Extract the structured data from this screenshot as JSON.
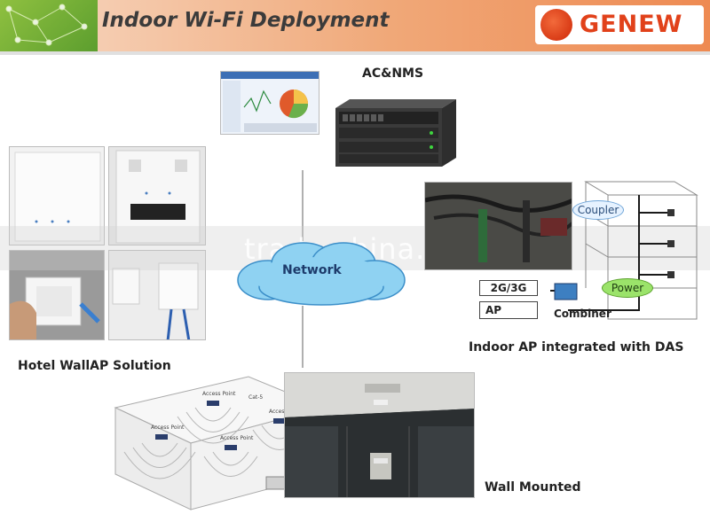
{
  "header": {
    "title": "Indoor Wi-Fi Deployment",
    "logo_text": "GENEW"
  },
  "labels": {
    "ac_nms": "AC&NMS",
    "network": "Network",
    "hotel_wallap": "Hotel WallAP Solution",
    "indoor_das": "Indoor AP integrated with DAS",
    "wall_mounted": "Wall Mounted"
  },
  "das": {
    "coupler": "Coupler",
    "power": "Power",
    "band": "2G/3G",
    "ap": "AP",
    "combiner": "Combiner"
  },
  "ap_floorplan": {
    "access_point_label": "Access Point",
    "cable_label": "Cat-5"
  },
  "watermark": "trade.china.cn",
  "colors": {
    "brand_orange": "#e1411a",
    "cloud_blue": "#7fc8ee",
    "accent_green": "#8fc040"
  }
}
